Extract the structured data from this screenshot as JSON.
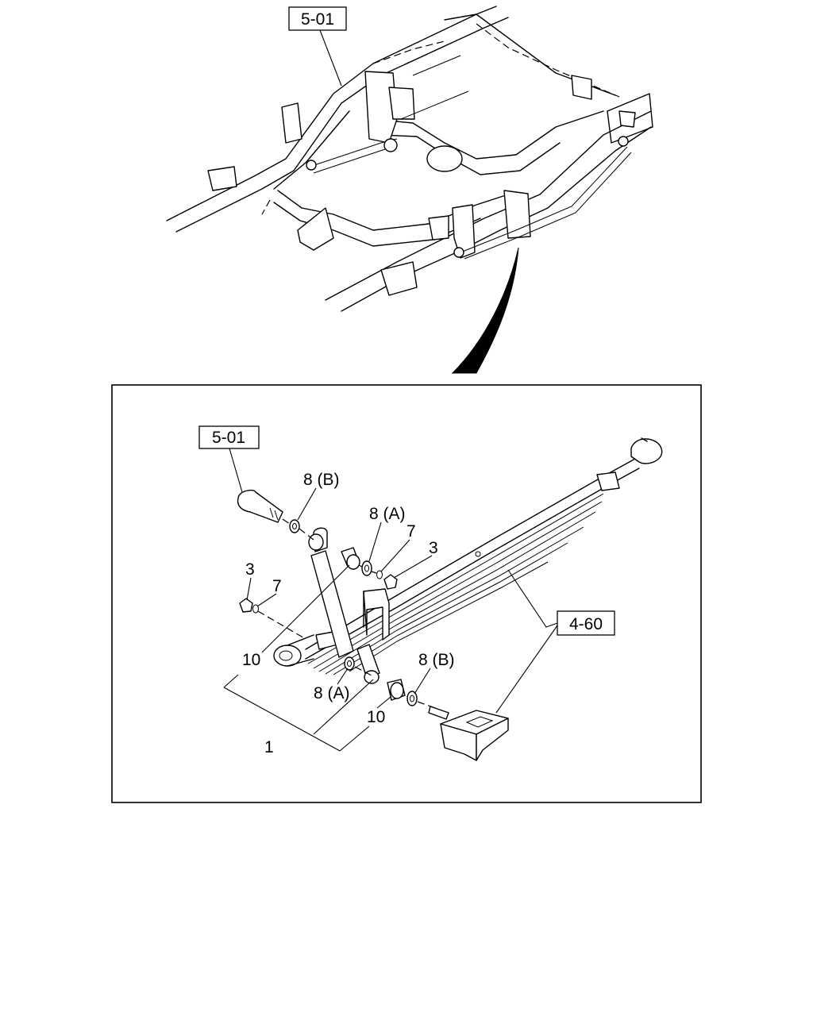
{
  "references": {
    "frame_ref": "5-01",
    "pin_ref": "5-01",
    "bracket_ref": "4-60"
  },
  "callouts": {
    "washer_b_upper": "8 (B)",
    "washer_a_upper": "8 (A)",
    "lockwasher_right": "7",
    "nut_right": "3",
    "nut_left": "3",
    "lockwasher_left": "7",
    "bushing_upper": "10",
    "washer_b_lower": "8 (B)",
    "washer_a_lower": "8 (A)",
    "bushing_lower": "10",
    "spring_assembly": "1"
  }
}
